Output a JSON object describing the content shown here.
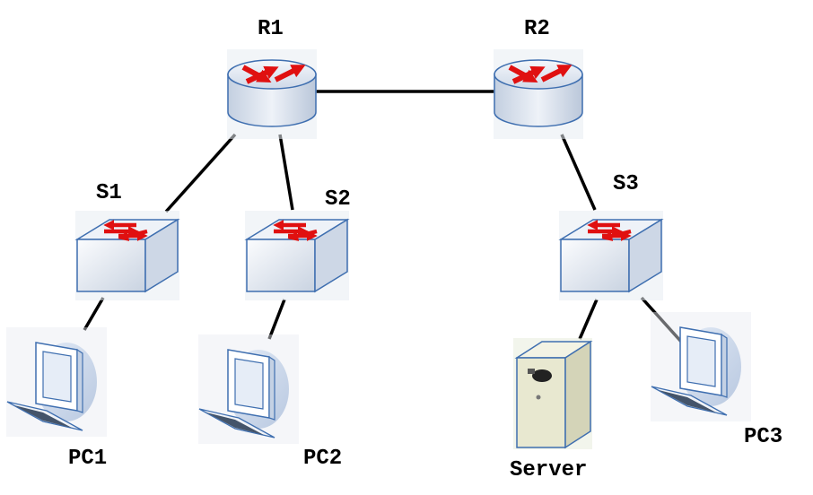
{
  "labels": {
    "r1": "R1",
    "r2": "R2",
    "s1": "S1",
    "s2": "S2",
    "s3": "S3",
    "pc1": "PC1",
    "pc2": "PC2",
    "pc3": "PC3",
    "server": "Server"
  },
  "icons": {
    "router": "router-icon",
    "switch": "switch-icon",
    "pc": "pc-icon",
    "server": "server-icon"
  },
  "colors": {
    "arrow": "#e01010",
    "device_body": "#d7e0ec",
    "outline": "#3f6fb0",
    "link": "#000000",
    "server_body": "#e5e5cc"
  }
}
